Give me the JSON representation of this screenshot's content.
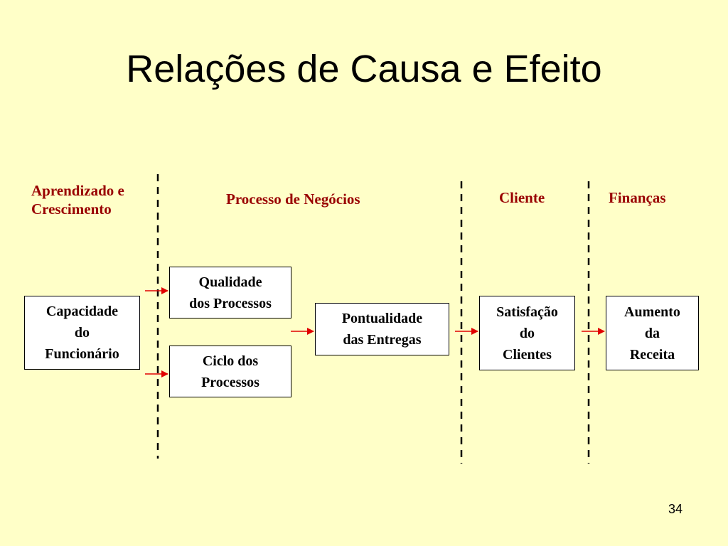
{
  "title": "Relações de Causa e Efeito",
  "perspectives": {
    "learning_line1": "Aprendizado e",
    "learning_line2": "Crescimento",
    "process": "Processo de Negócios",
    "client": "Cliente",
    "finance": "Finanças"
  },
  "boxes": {
    "capacidade": [
      "Capacidade",
      "do",
      "Funcionário"
    ],
    "qualidade": [
      "Qualidade",
      "dos Processos"
    ],
    "ciclo": [
      "Ciclo dos",
      "Processos"
    ],
    "pontualidade": [
      "Pontualidade",
      "das Entregas"
    ],
    "satisfacao": [
      "Satisfação",
      "do",
      "Clientes"
    ],
    "aumento": [
      "Aumento",
      "da",
      "Receita"
    ]
  },
  "page_number": "34",
  "colors": {
    "background": "#ffffc8",
    "perspective_text": "#990000",
    "arrow": "#e00000",
    "divider": "#000000"
  }
}
